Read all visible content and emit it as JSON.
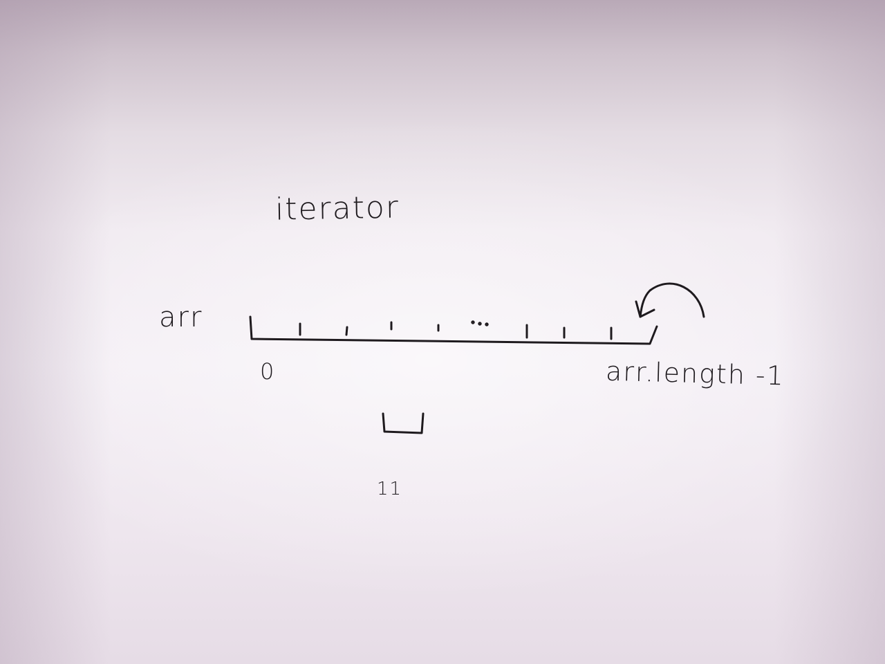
{
  "title": "iterator",
  "array_name": "arr",
  "start_index": "0",
  "end_index": "arr.length -1",
  "bottom_mark": "11",
  "ink_color": "#1e1a1e"
}
